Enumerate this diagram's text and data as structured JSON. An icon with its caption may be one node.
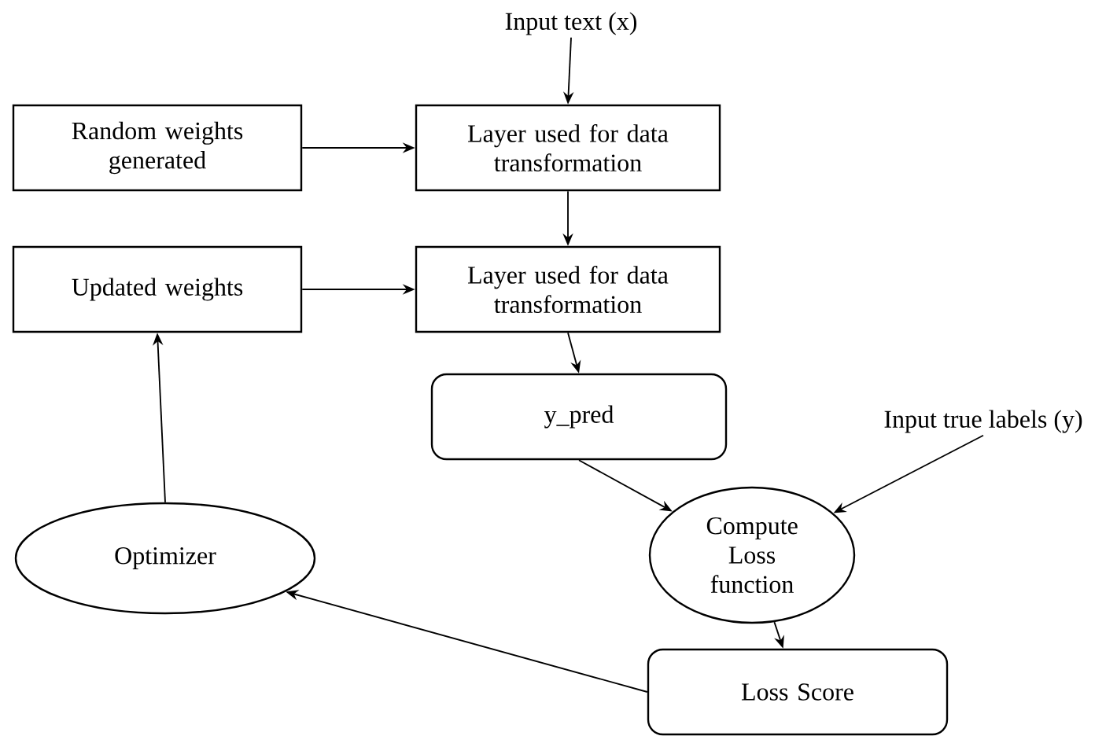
{
  "diagram": {
    "nodes": [
      {
        "text": [
          "Input text (x)"
        ]
      },
      {
        "text": [
          "Random weights generated"
        ]
      },
      {
        "text": [
          "Layer used for data transformation"
        ]
      },
      {
        "text": [
          "Updated weights"
        ]
      },
      {
        "text": [
          "Layer used for data transformation"
        ]
      },
      {
        "text": [
          "y_pred"
        ]
      },
      {
        "text": [
          "Input true labels (y)"
        ]
      },
      {
        "text": [
          "Compute Loss function"
        ]
      },
      {
        "text": [
          "Optimizer"
        ]
      },
      {
        "text": [
          "Loss Score"
        ]
      }
    ],
    "edges": [
      {
        "from": 0,
        "to": 2,
        "arrow": "to"
      },
      {
        "from": 1,
        "to": 2,
        "arrow": "to"
      },
      {
        "from": 2,
        "to": 4,
        "arrow": "to"
      },
      {
        "from": 3,
        "to": 4,
        "arrow": "to"
      },
      {
        "from": 4,
        "to": 5,
        "arrow": "to"
      },
      {
        "from": 5,
        "to": 7,
        "arrow": "to"
      },
      {
        "from": 6,
        "to": 7,
        "arrow": "to"
      },
      {
        "from": 7,
        "to": 9,
        "arrow": "to"
      },
      {
        "from": 9,
        "to": 8,
        "arrow": "to"
      },
      {
        "from": 8,
        "to": 3,
        "arrow": "to"
      }
    ]
  }
}
